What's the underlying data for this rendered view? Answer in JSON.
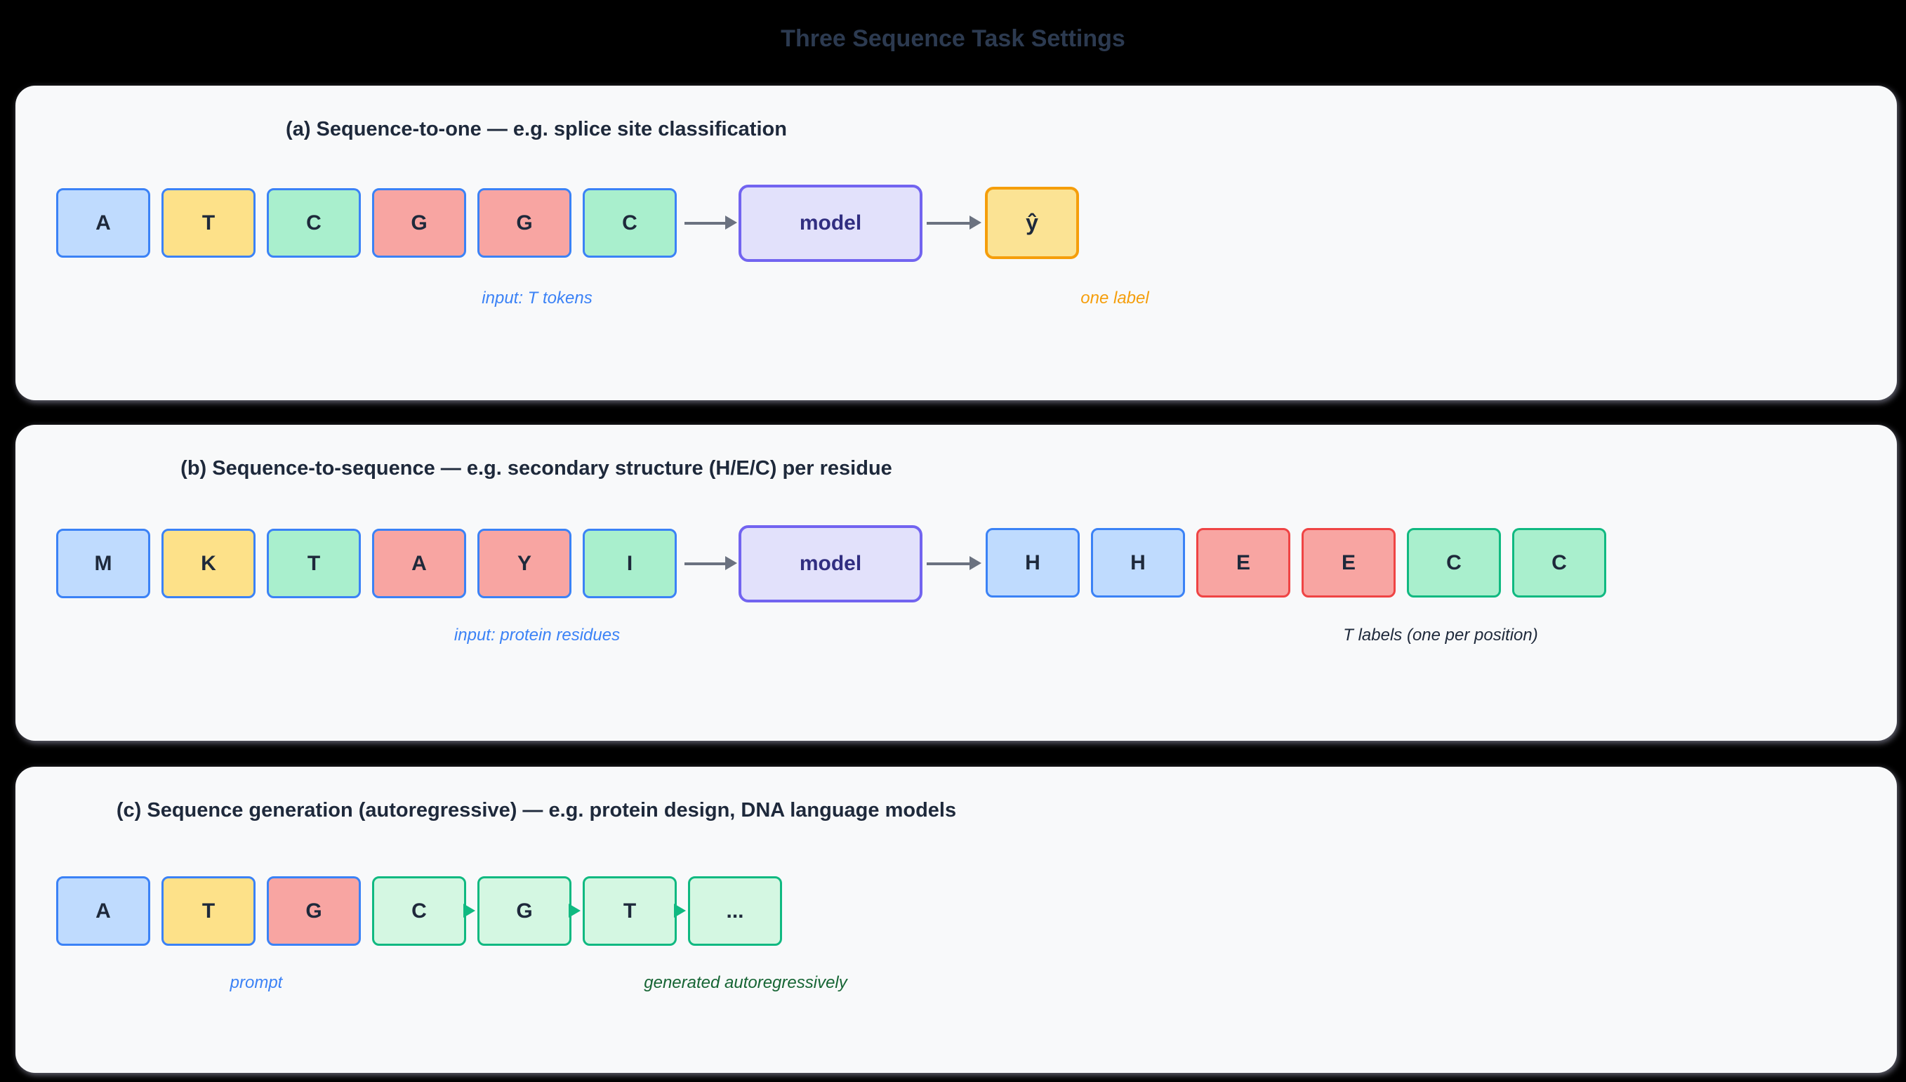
{
  "title": "Three Sequence Task Settings",
  "colors": {
    "page-bg": "#000000",
    "panel-bg": "#f8f9fa",
    "ink": "#1e293b",
    "title-ink": "#2c3a50",
    "fill-blue": "#bfdbfe",
    "fill-yellow": "#fde189",
    "fill-green": "#a9efcd",
    "fill-red": "#f8a5a2",
    "fill-gen": "#d4f7e2",
    "fill-model": "#e2e1fb",
    "fill-label": "#fbe394",
    "border-blue": "#3b82f6",
    "border-red": "#ef4444",
    "border-green": "#10b981",
    "border-violet": "#7264f0",
    "border-orange": "#f59e0b",
    "model-ink": "#312e81",
    "arrow-gray": "#6b7280",
    "caption-blue": "#3b82f6",
    "caption-orange": "#f59e0b",
    "caption-green": "#166534",
    "caption-ink": "#1e293b"
  },
  "panels": {
    "a": {
      "header": "(a) Sequence-to-one — e.g. splice site classification",
      "tokens": [
        {
          "letter": "A",
          "color": "blue"
        },
        {
          "letter": "T",
          "color": "yellow"
        },
        {
          "letter": "C",
          "color": "green"
        },
        {
          "letter": "G",
          "color": "red"
        },
        {
          "letter": "G",
          "color": "red"
        },
        {
          "letter": "C",
          "color": "green"
        }
      ],
      "model_label": "model",
      "prediction_label": "ŷ",
      "caption_input": "input: T tokens",
      "caption_output": "one label"
    },
    "b": {
      "header": "(b) Sequence-to-sequence — e.g. secondary structure (H/E/C) per residue",
      "tokens": [
        {
          "letter": "M",
          "color": "blue"
        },
        {
          "letter": "K",
          "color": "yellow"
        },
        {
          "letter": "T",
          "color": "green"
        },
        {
          "letter": "A",
          "color": "red"
        },
        {
          "letter": "Y",
          "color": "red"
        },
        {
          "letter": "I",
          "color": "green"
        }
      ],
      "model_label": "model",
      "output_tokens": [
        {
          "letter": "H",
          "color": "blue"
        },
        {
          "letter": "H",
          "color": "blue"
        },
        {
          "letter": "E",
          "color": "red"
        },
        {
          "letter": "E",
          "color": "red"
        },
        {
          "letter": "C",
          "color": "green"
        },
        {
          "letter": "C",
          "color": "green"
        }
      ],
      "caption_input": "input: protein residues",
      "caption_output": "T labels (one per position)"
    },
    "c": {
      "header": "(c) Sequence generation (autoregressive) — e.g. protein design, DNA language models",
      "prompt_tokens": [
        {
          "letter": "A",
          "color": "blue"
        },
        {
          "letter": "T",
          "color": "yellow"
        },
        {
          "letter": "G",
          "color": "red"
        }
      ],
      "generated_tokens": [
        {
          "letter": "C"
        },
        {
          "letter": "G"
        },
        {
          "letter": "T"
        },
        {
          "letter": "..."
        }
      ],
      "caption_prompt": "prompt",
      "caption_generated": "generated autoregressively"
    }
  }
}
